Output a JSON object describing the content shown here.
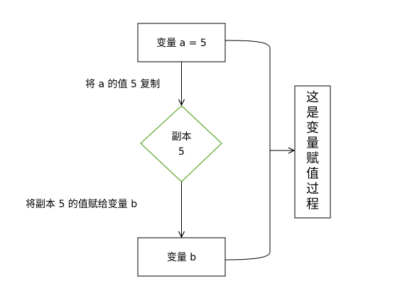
{
  "diagram": {
    "box_top_label": "变量 a = 5",
    "step1_label": "将 a 的值 5 复制",
    "diamond_line1": "副本",
    "diamond_line2": "5",
    "step2_label": "将副本 5 的值赋给变量 b",
    "box_bottom_label": "变量 b",
    "side_box_chars": [
      "这",
      "是",
      "变",
      "量",
      "赋",
      "值",
      "过",
      "程"
    ]
  },
  "colors": {
    "line": "#000000",
    "box_border": "#000000",
    "diamond_border": "#6aaa3a",
    "background": "#ffffff"
  }
}
